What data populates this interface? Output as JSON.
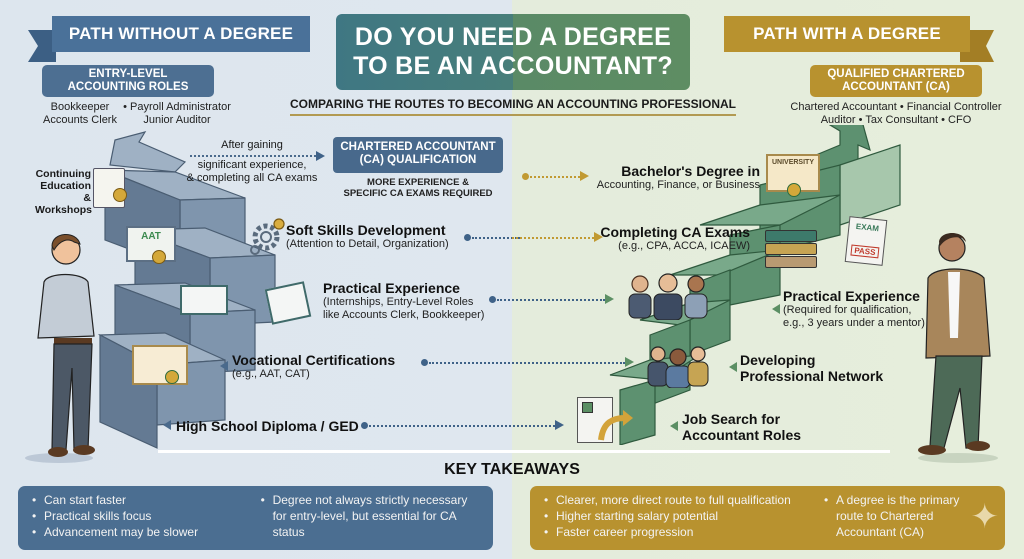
{
  "header": {
    "left_ribbon": "PATH WITHOUT A DEGREE",
    "right_ribbon": "PATH WITH A DEGREE",
    "title_line1": "DO YOU NEED A DEGREE",
    "title_line2": "TO BE AN ACCOUNTANT?",
    "subtitle": "COMPARING THE ROUTES TO BECOMING AN ACCOUNTING PROFESSIONAL"
  },
  "colors": {
    "left_accent": "#4a7199",
    "right_accent": "#b8922f",
    "title_left": "#3f7783",
    "title_right": "#5a8a66",
    "stairs_left": "#7f95ad",
    "stairs_right": "#5d9170"
  },
  "left_path": {
    "goal_box": {
      "line1": "ENTRY-LEVEL",
      "line2": "ACCOUNTING ROLES"
    },
    "roles": {
      "line1_a": "Bookkeeper",
      "line1_b": "• Payroll Administrator",
      "line2_a": "Accounts Clerk",
      "line2_b": "Junior Auditor"
    },
    "continuing_education": {
      "line1": "Continuing",
      "line2": "Education &",
      "line3": "Workshops"
    },
    "transition": {
      "line1": "After gaining",
      "line2": "significant experience,",
      "line3": "& completing all CA exams"
    },
    "steps": [
      {
        "title": "Soft Skills Development",
        "sub": "(Attention to Detail, Organization)",
        "icon": "gears-icon"
      },
      {
        "title": "Practical Experience",
        "sub1": "(Internships, Entry-Level Roles",
        "sub2": "like Accounts Clerk, Bookkeeper)",
        "icon": "ledger-writing-icon"
      },
      {
        "title": "Vocational Certifications",
        "sub": "(e.g., AAT, CAT)",
        "icon": "certificate-icon"
      },
      {
        "title": "High School Diploma / GED"
      }
    ],
    "aat_badge": "AAT"
  },
  "ca_qualification": {
    "line1": "CHARTERED ACCOUNTANT",
    "line2": "(CA) QUALIFICATION",
    "note1": "MORE EXPERIENCE &",
    "note2": "SPECIFIC CA EXAMS REQUIRED"
  },
  "right_path": {
    "goal_box": {
      "line1": "QUALIFIED CHARTERED",
      "line2": "ACCOUNTANT (CA)"
    },
    "roles": {
      "line1": "Chartered Accountant  • Financial Controller",
      "line2": "Auditor   • Tax Consultant   • CFO"
    },
    "steps": [
      {
        "title": "Bachelor's Degree in",
        "sub": "Accounting, Finance, or Business",
        "icon": "university-diploma-icon"
      },
      {
        "title": "Completing CA Exams",
        "sub": "(e.g., CPA, ACCA, ICAEW)",
        "icon": "books-exam-icon"
      },
      {
        "title": "Practical Experience",
        "sub1": "(Required for qualification,",
        "sub2": "e.g., 3 years under a mentor)",
        "icon": "mentor-group-icon"
      },
      {
        "title1": "Developing",
        "title2": "Professional Network",
        "icon": "network-people-icon"
      },
      {
        "title1": "Job Search for",
        "title2": "Accountant Roles",
        "icon": "resume-icon"
      }
    ],
    "diploma_label": "UNIVERSITY",
    "exam_label": "EXAM",
    "pass_stamp": "PASS"
  },
  "takeaways": {
    "title": "KEY TAKEAWAYS",
    "left_col1": [
      "Can start faster",
      "Practical skills focus",
      "Advancement may be slower"
    ],
    "left_col2": [
      "Degree not always strictly necessary for entry-level, but essential for CA status"
    ],
    "right_col1": [
      "Clearer, more direct route to full qualification",
      "Higher starting salary potential",
      "Faster career progression"
    ],
    "right_col2": [
      "A degree is the primary route to Chartered Accountant (CA)"
    ]
  }
}
